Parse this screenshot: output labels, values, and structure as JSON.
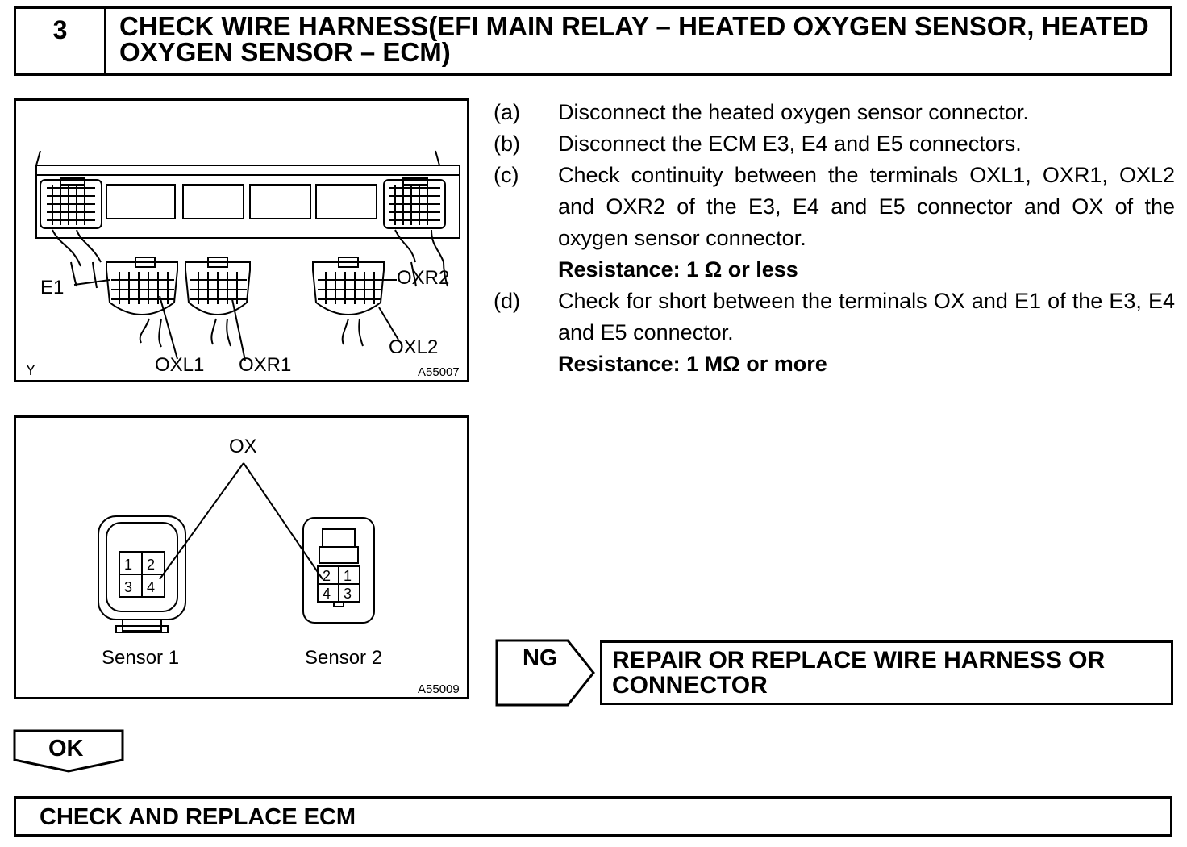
{
  "header": {
    "step_number": "3",
    "title_line1": "CHECK WIRE HARNESS(EFI MAIN RELAY – HEATED OXYGEN SENSOR, HEATED",
    "title_line2": "OXYGEN SENSOR – ECM)"
  },
  "figure1": {
    "labels": {
      "e1": "E1",
      "oxl1": "OXL1",
      "oxr1": "OXR1",
      "oxr2": "OXR2",
      "oxl2": "OXL2",
      "corner": "Y"
    },
    "code": "A55007"
  },
  "figure2": {
    "ox_label": "OX",
    "sensor1": {
      "label": "Sensor 1",
      "pins": [
        "1",
        "2",
        "3",
        "4"
      ]
    },
    "sensor2": {
      "label": "Sensor 2",
      "pins": [
        "2",
        "1",
        "4",
        "3"
      ]
    },
    "code": "A55009"
  },
  "steps": [
    {
      "letter": "(a)",
      "text": "Disconnect the heated oxygen sensor connector."
    },
    {
      "letter": "(b)",
      "text": "Disconnect the ECM E3, E4 and E5 connectors."
    },
    {
      "letter": "(c)",
      "text": "Check continuity between the terminals OXL1, OXR1, OXL2 and OXR2 of the E3, E4 and E5 connector and OX of the oxygen sensor connector.",
      "resistance": "Resistance: 1 Ω or less"
    },
    {
      "letter": "(d)",
      "text": "Check for short between the terminals OX and E1 of the E3, E4 and E5 connector.",
      "resistance": "Resistance: 1 MΩ or more"
    }
  ],
  "ng": {
    "label": "NG",
    "result_line1": "REPAIR OR REPLACE WIRE HARNESS OR",
    "result_line2": "CONNECTOR"
  },
  "ok": {
    "label": "OK"
  },
  "final": {
    "text": "CHECK AND REPLACE ECM"
  }
}
